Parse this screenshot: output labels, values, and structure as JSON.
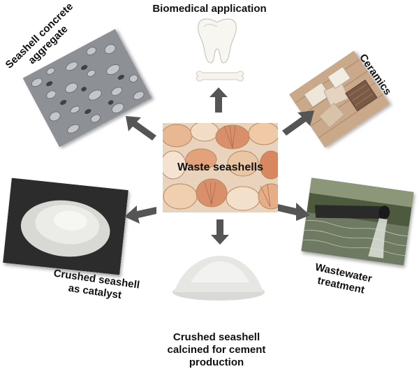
{
  "center": {
    "label": "Waste seashells"
  },
  "labels": {
    "biomedical": "Biomedical application",
    "concrete": [
      "Seashell concrete",
      "aggregate"
    ],
    "ceramics": "Ceramics",
    "catalyst": [
      "Crushed seashell",
      "as catalyst"
    ],
    "wastewater": [
      "Wastewater",
      "treatment"
    ],
    "cement": [
      "Crushed seashell",
      "calcined for cement",
      "production"
    ]
  },
  "colors": {
    "arrow": "#555555",
    "text": "#111111"
  }
}
